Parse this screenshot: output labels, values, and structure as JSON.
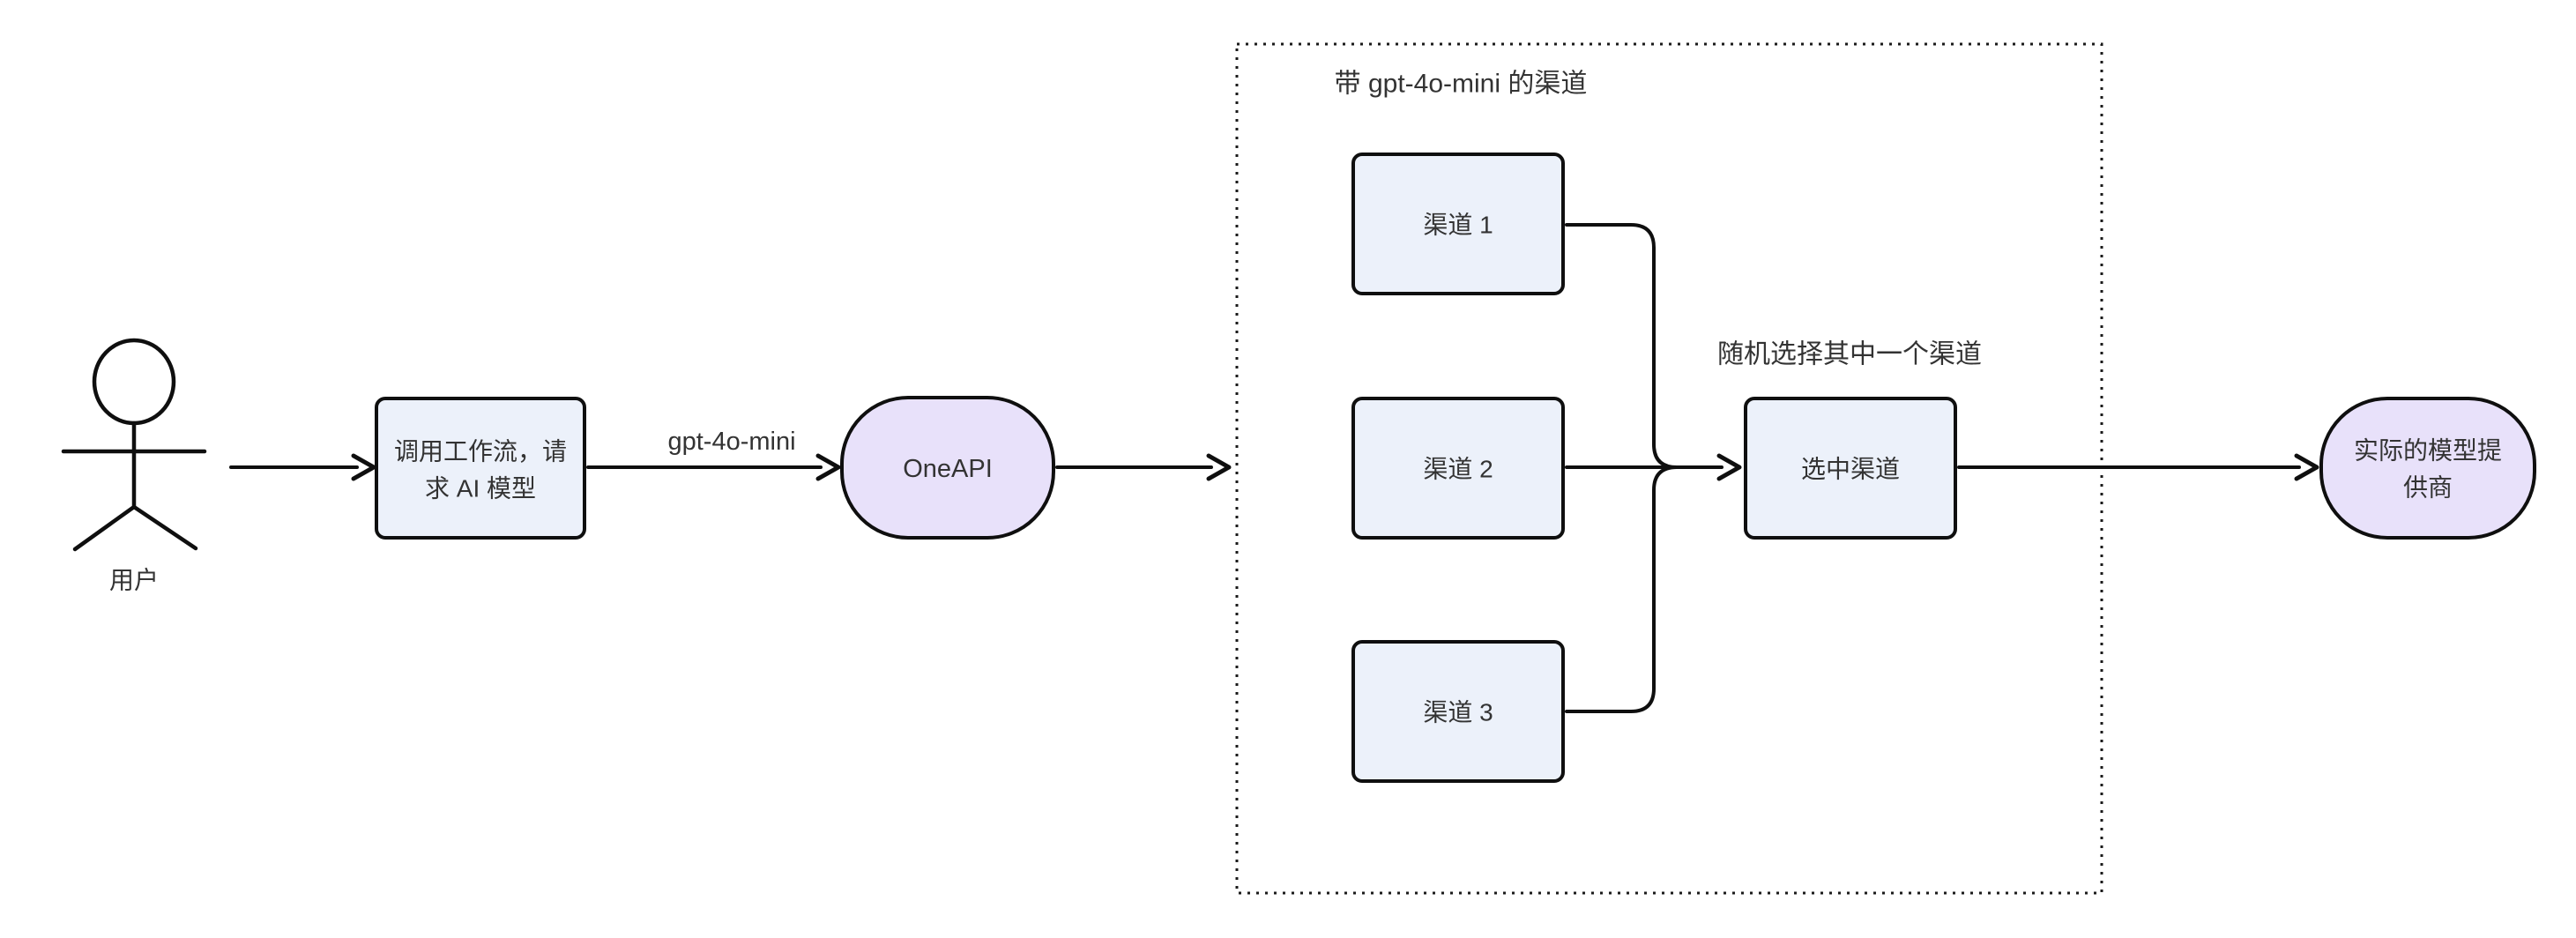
{
  "diagram": {
    "actor": {
      "label": "用户"
    },
    "workflow": {
      "line1": "调用工作流，请",
      "line2": "求 AI 模型"
    },
    "edges": {
      "model_label": "gpt-4o-mini"
    },
    "oneapi_label": "OneAPI",
    "container": {
      "title": "带 gpt-4o-mini 的渠道"
    },
    "channels": [
      {
        "label": "渠道 1"
      },
      {
        "label": "渠道 2"
      },
      {
        "label": "渠道 3"
      }
    ],
    "selection_note": "随机选择其中一个渠道",
    "selected_channel_label": "选中渠道",
    "provider": {
      "line1": "实际的模型提",
      "line2": "供商"
    }
  },
  "colors": {
    "channel_fill": "#ECF1FA",
    "accent_fill": "#E8E1FA",
    "stroke": "#0f0f0f",
    "text": "#333333",
    "background": "#ffffff"
  }
}
